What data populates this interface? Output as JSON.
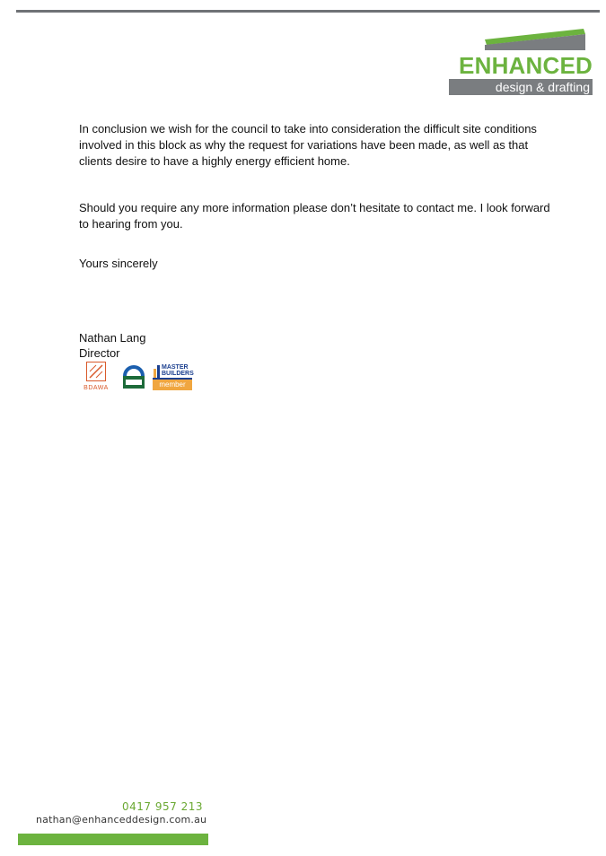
{
  "logo": {
    "brand": "ENHANCED",
    "tagline": "design & drafting",
    "colors": {
      "green": "#6cb33f",
      "grey": "#7a7d80"
    }
  },
  "letter": {
    "paragraphs": [
      "In conclusion we wish for the council to take into consideration the difficult site conditions involved in this block as why the request for variations have been made, as well as that clients desire to have a highly energy efficient home.",
      "Should you require any more information please don’t hesitate to contact me. I look forward to hearing from you.",
      "Yours sincerely"
    ],
    "signatory": {
      "name": "Nathan Lang",
      "title": "Director"
    }
  },
  "badges": {
    "bdawa": "BDAWA",
    "master_builders_line1": "MASTER",
    "master_builders_line2": "BUILDERS",
    "master_builders_member": "member"
  },
  "footer": {
    "phone": "0417 957 213",
    "email": "nathan@enhanceddesign.com.au",
    "colors": {
      "green": "#6cb33f"
    }
  }
}
